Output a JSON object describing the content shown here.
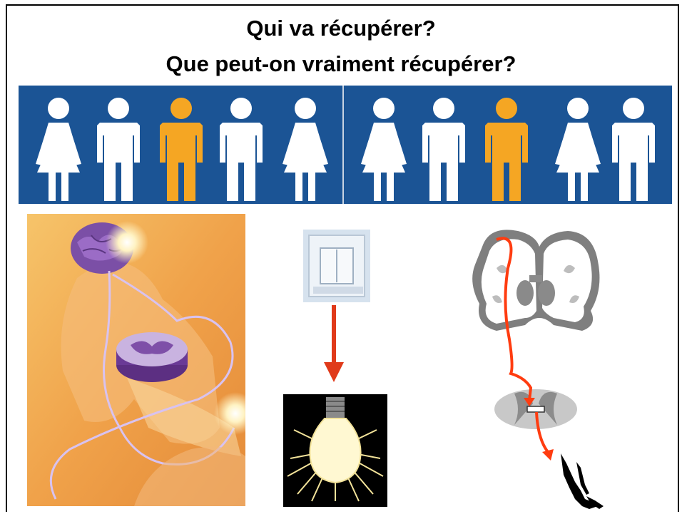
{
  "slide": {
    "title_line1": "Qui va récupérer?",
    "title_line2": "Que peut-on vraiment récupérer?"
  },
  "banner": {
    "background_color": "#1b5495",
    "figure_color_default": "#ffffff",
    "figure_color_highlight": "#f5a623",
    "figures_left": [
      "woman",
      "man",
      "man-highlighted",
      "man",
      "woman"
    ],
    "figures_right": [
      "woman",
      "man",
      "man-highlighted",
      "woman",
      "man"
    ]
  },
  "images": {
    "left": "body-brain-spinal-cord-nerve-illustration",
    "center_top": "light-switch-icon",
    "center_arrow": "red-down-arrow",
    "center_bottom": "light-bulb-icon",
    "right": "brain-spinal-cord-hand-pathway-diagram"
  },
  "colors": {
    "arrow_red": "#e03a1a",
    "pathway_red": "#ff3c10"
  }
}
